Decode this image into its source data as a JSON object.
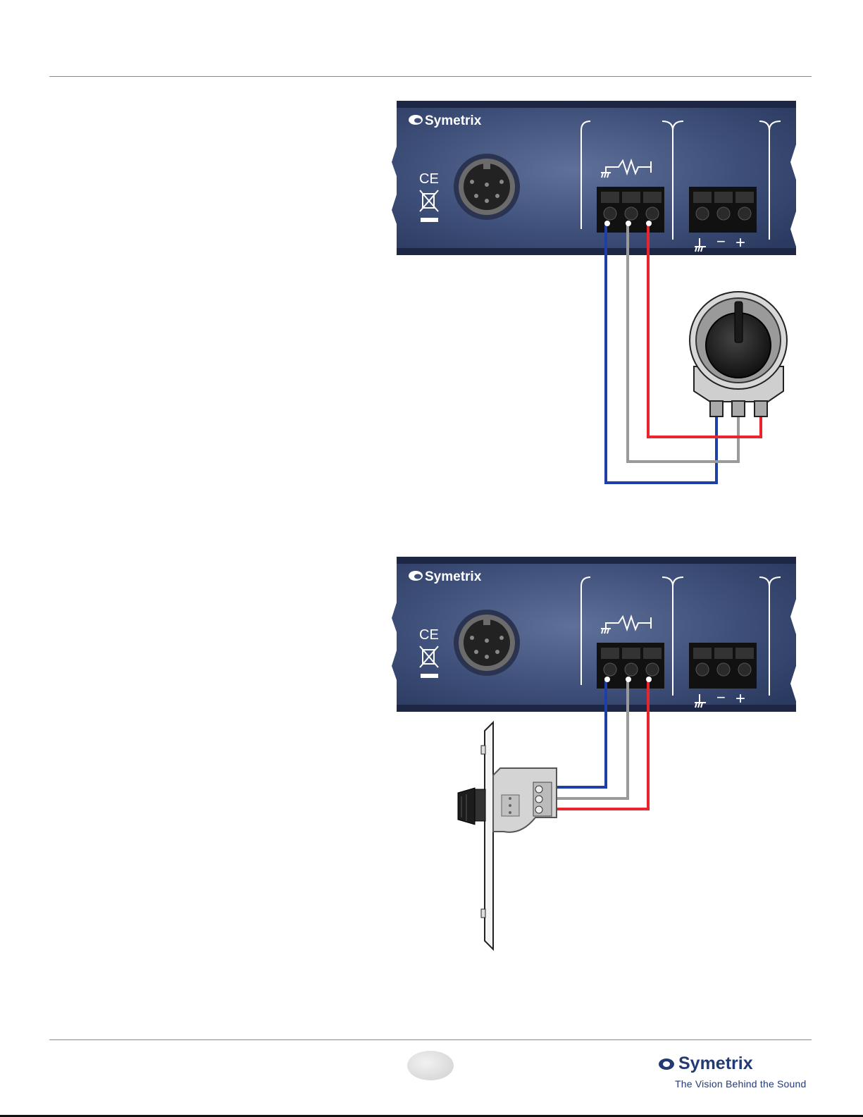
{
  "panel": {
    "brand": "Symetrix",
    "ce_mark": "CE"
  },
  "terminal_labels": {
    "minus": "−",
    "plus": "+"
  },
  "wire_colors": {
    "blue": "#1f3fa8",
    "gray": "#9a9a9a",
    "red": "#e8242c"
  },
  "footer": {
    "brand": "Symetrix",
    "tagline": "The Vision Behind the Sound"
  }
}
